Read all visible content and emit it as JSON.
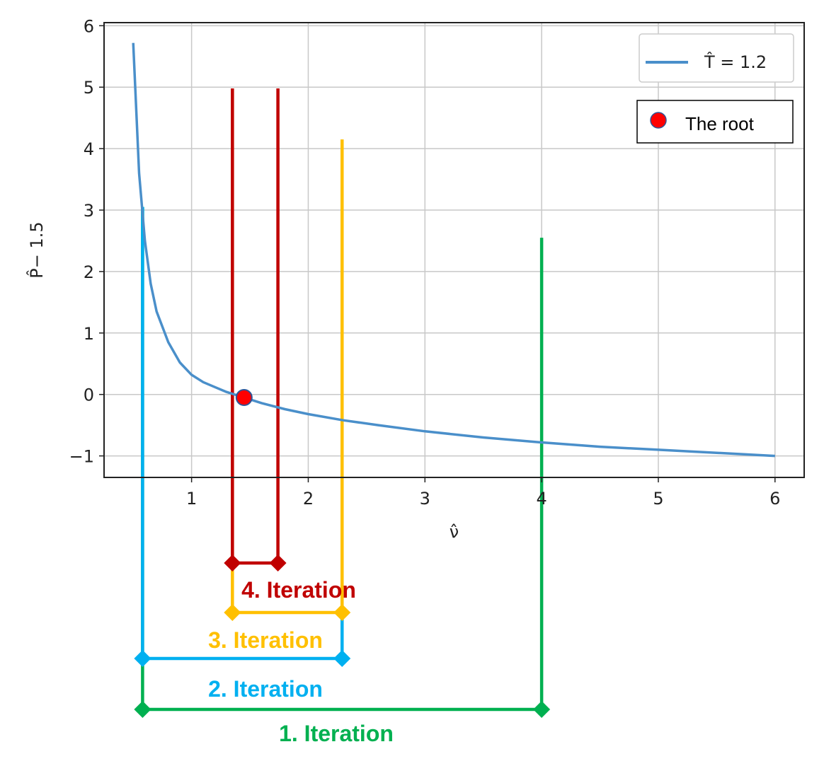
{
  "chart_data": {
    "type": "line",
    "xlabel": "ν̂",
    "ylabel": "P̂− 1.5",
    "xlim": [
      0.25,
      6.25
    ],
    "ylim": [
      -1.35,
      6.05
    ],
    "xticks": [
      1,
      2,
      3,
      4,
      5,
      6
    ],
    "xtick_labels": [
      "1",
      "2",
      "3",
      "4",
      "5",
      "6"
    ],
    "yticks": [
      -1,
      0,
      1,
      2,
      3,
      4,
      5,
      6
    ],
    "ytick_labels": [
      "−1",
      "0",
      "1",
      "2",
      "3",
      "4",
      "5",
      "6"
    ],
    "grid": true,
    "legend_position": "top-right",
    "series": [
      {
        "name": "T̂ = 1.2",
        "color": "#4a8fca",
        "x": [
          0.5,
          0.55,
          0.6,
          0.65,
          0.7,
          0.8,
          0.9,
          1.0,
          1.1,
          1.2,
          1.3,
          1.45,
          1.6,
          1.8,
          2.0,
          2.3,
          2.6,
          3.0,
          3.5,
          4.0,
          4.5,
          5.0,
          5.5,
          6.0
        ],
        "y": [
          5.72,
          3.6,
          2.5,
          1.8,
          1.35,
          0.85,
          0.52,
          0.32,
          0.2,
          0.12,
          0.04,
          -0.05,
          -0.14,
          -0.24,
          -0.32,
          -0.42,
          -0.5,
          -0.6,
          -0.7,
          -0.78,
          -0.85,
          -0.9,
          -0.95,
          -1.0
        ]
      }
    ],
    "root": {
      "label": "The root",
      "x": 1.45,
      "y": -0.05,
      "color": "#ff0000"
    },
    "iterations": [
      {
        "label": "1. Iteration",
        "color": "#00b050",
        "x_left": 0.58,
        "x_right": 4.0,
        "y_top_left": 3.05,
        "y_top_right": 2.55
      },
      {
        "label": "2. Iteration",
        "color": "#00b0f0",
        "x_left": 0.58,
        "x_right": 2.29,
        "y_top_left": 3.05,
        "y_top_right": 3.38
      },
      {
        "label": "3. Iteration",
        "color": "#ffc000",
        "x_left": 1.35,
        "x_right": 2.29,
        "y_top_left": 4.98,
        "y_top_right": 4.15
      },
      {
        "label": "4. Iteration",
        "color": "#c00000",
        "x_left": 1.35,
        "x_right": 1.74,
        "y_top_left": 4.98,
        "y_top_right": 4.98
      }
    ]
  }
}
